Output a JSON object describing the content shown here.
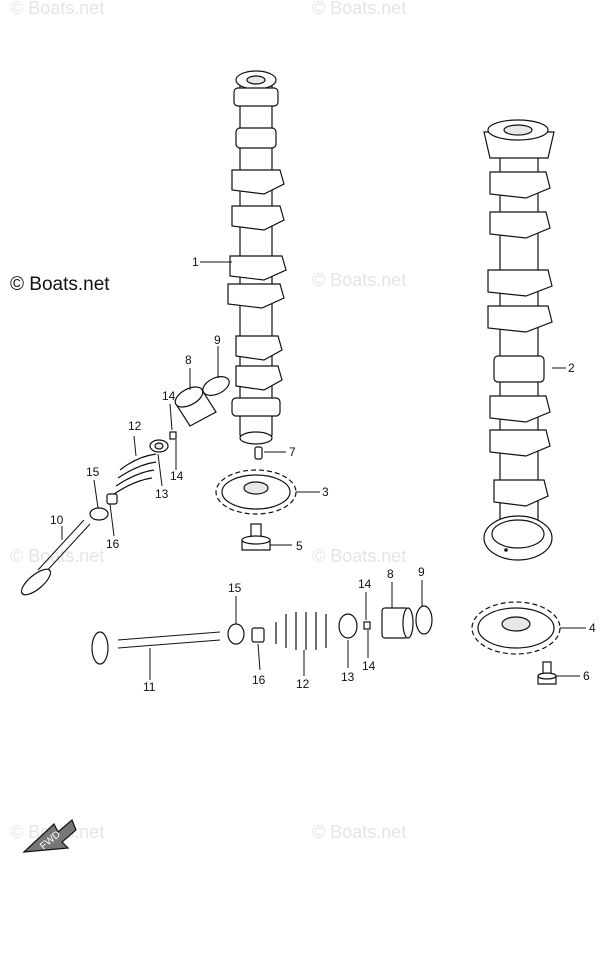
{
  "watermark": {
    "text": "© Boats.net"
  },
  "labels": {
    "p1": "1",
    "p2": "2",
    "p3": "3",
    "p4": "4",
    "p5": "5",
    "p6": "6",
    "p7": "7",
    "p8a": "8",
    "p9a": "9",
    "p10": "10",
    "p11": "11",
    "p12a": "12",
    "p12b": "12",
    "p13a": "13",
    "p13b": "13",
    "p14a": "14",
    "p14b": "14",
    "p14c": "14",
    "p14d": "14",
    "p15a": "15",
    "p15b": "15",
    "p16a": "16",
    "p16b": "16",
    "p8b": "8",
    "p9b": "9"
  },
  "fwd_arrow": {
    "text": "FWD"
  }
}
